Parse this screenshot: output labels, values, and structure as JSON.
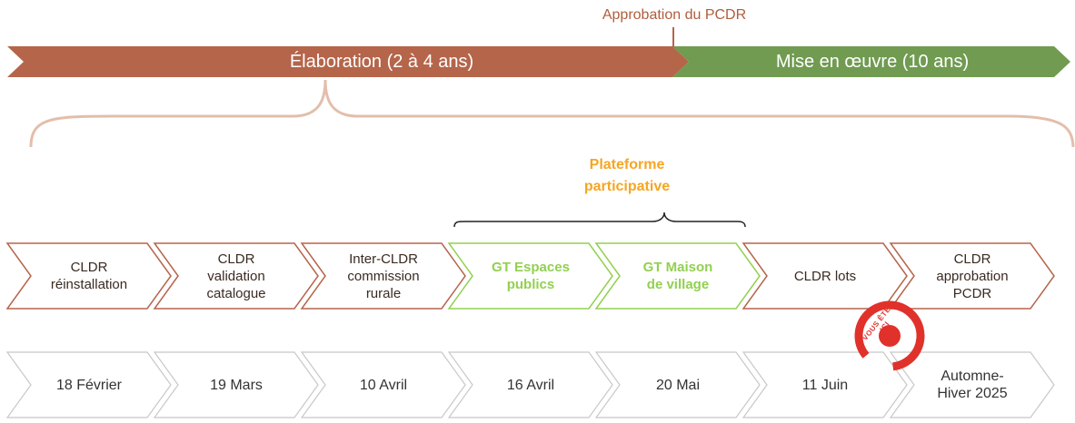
{
  "approval": {
    "label": "Approbation du PCDR"
  },
  "phases": {
    "elaboration": {
      "label": "Élaboration (2 à 4 ans)",
      "color": "#b5654a"
    },
    "execution": {
      "label": "Mise en œuvre (10 ans)",
      "color": "#709b51"
    }
  },
  "platform": {
    "label": "Plateforme\nparticipative",
    "color": "#f5a623"
  },
  "steps": [
    {
      "label": "CLDR\nréinstallation",
      "highlight": false
    },
    {
      "label": "CLDR\nvalidation\ncatalogue",
      "highlight": false
    },
    {
      "label": "Inter-CLDR\ncommission\nrurale",
      "highlight": false
    },
    {
      "label": "GT Espaces\npublics",
      "highlight": true
    },
    {
      "label": "GT Maison\nde village",
      "highlight": true
    },
    {
      "label": "CLDR lots",
      "highlight": false
    },
    {
      "label": "CLDR\napprobation\nPCDR",
      "highlight": false
    }
  ],
  "dates": [
    "18 Février",
    "19 Mars",
    "10 Avril",
    "16 Avril",
    "20 Mai",
    "11 Juin",
    "Automne-\nHiver 2025"
  ],
  "marker": {
    "label": "VOUS ÊTES ICI",
    "color": "#e0312b"
  }
}
